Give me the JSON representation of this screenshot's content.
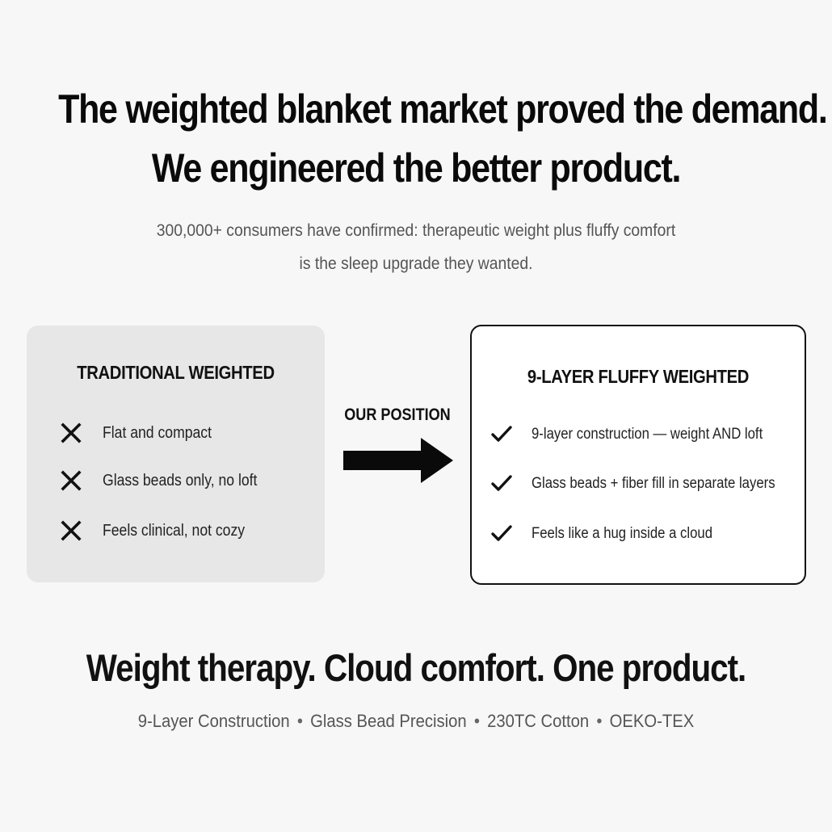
{
  "headline": {
    "line1": "The weighted blanket market proved the demand.",
    "line2": "We engineered the better product."
  },
  "subheadline": {
    "line1": "300,000+ consumers have confirmed: therapeutic weight plus fluffy comfort",
    "line2": "is the sleep upgrade they wanted."
  },
  "comparison": {
    "traditional": {
      "title": "TRADITIONAL WEIGHTED",
      "icon": "x-icon",
      "items": [
        "Flat and compact",
        "Glass beads only, no loft",
        "Feels clinical, not cozy"
      ]
    },
    "arrow_label": "OUR POSITION",
    "ours": {
      "title": "9-LAYER FLUFFY WEIGHTED",
      "icon": "check-icon",
      "items": [
        "9-layer construction — weight AND loft",
        "Glass beads + fiber fill in separate layers",
        "Feels like a hug inside a cloud"
      ]
    }
  },
  "tagline": "Weight therapy. Cloud comfort. One product.",
  "features": [
    "9-Layer Construction",
    "Glass Bead Precision",
    "230TC Cotton",
    "OEKO-TEX"
  ],
  "separator": "•",
  "colors": {
    "background": "#f7f7f7",
    "left_card": "#e7e7e7",
    "right_card": "#ffffff",
    "text": "#111111",
    "muted_text": "#555555"
  }
}
